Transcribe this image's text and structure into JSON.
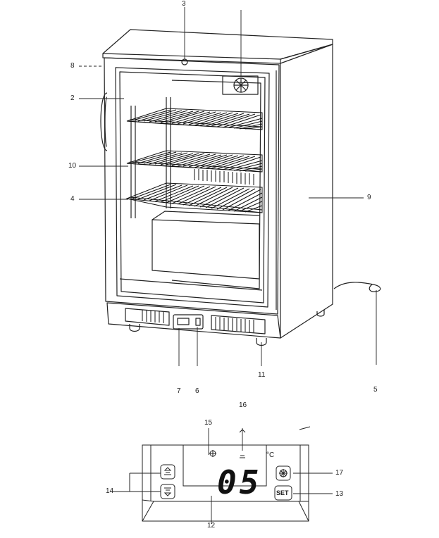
{
  "diagram": {
    "callouts": [
      "3",
      "8",
      "2",
      "10",
      "4",
      "9",
      "7",
      "6",
      "11",
      "5",
      "16",
      "15",
      "17",
      "14",
      "13",
      "12"
    ],
    "display": {
      "digits": "05",
      "unit": "°C",
      "set_label": "SET"
    }
  }
}
